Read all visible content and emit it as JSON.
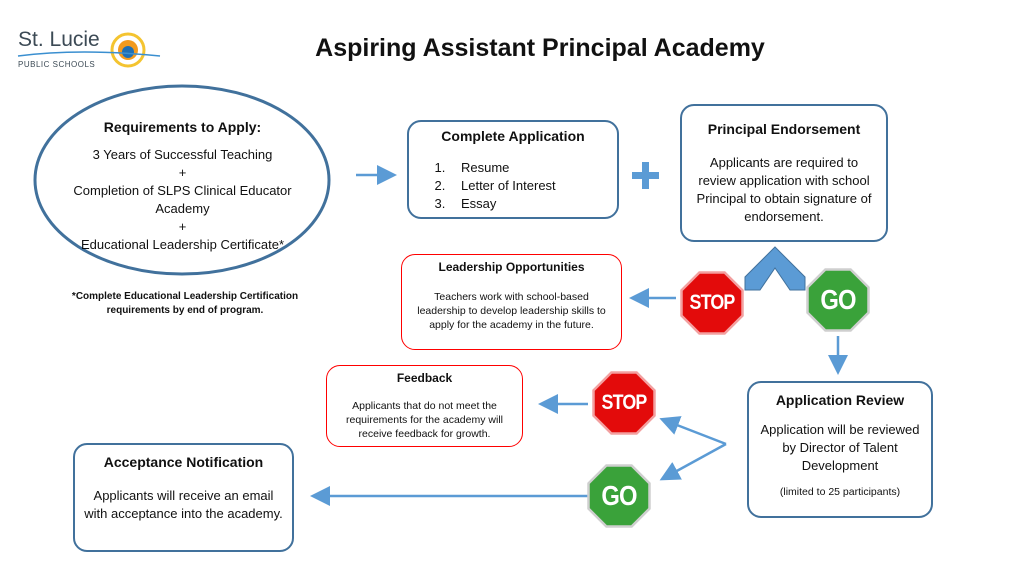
{
  "logo": {
    "name": "St. Lucie",
    "sub": "PUBLIC SCHOOLS"
  },
  "title": "Aspiring Assistant Principal Academy",
  "requirements": {
    "heading": "Requirements to Apply:",
    "lines": [
      "3 Years of Successful Teaching",
      "+",
      "Completion of SLPS Clinical Educator Academy",
      "+",
      "Educational Leadership Certificate*"
    ],
    "footnote": "*Complete Educational Leadership Certification requirements by end of program."
  },
  "application": {
    "heading": "Complete Application",
    "items": [
      "Resume",
      "Letter of Interest",
      "Essay"
    ]
  },
  "plus": "+",
  "endorsement": {
    "heading": "Principal  Endorsement",
    "body": "Applicants are required to review application with school Principal to obtain signature of endorsement."
  },
  "leadership": {
    "heading": "Leadership Opportunities",
    "body": "Teachers work with school-based leadership to develop leadership skills to apply for the academy in the future."
  },
  "signs": {
    "stop": "STOP",
    "go": "GO"
  },
  "review": {
    "heading": "Application  Review",
    "body": "Application will be reviewed by Director of Talent Development",
    "note": "(limited to 25 participants)"
  },
  "feedback": {
    "heading": "Feedback",
    "body": "Applicants that do not meet the requirements for the academy will receive feedback for growth."
  },
  "acceptance": {
    "heading": "Acceptance Notification",
    "body": "Applicants will receive an email with acceptance into the academy."
  },
  "colors": {
    "blue": "#41719c",
    "arrow": "#5b9bd5",
    "stop": "#e30b0b",
    "go": "#3aa23a",
    "red_border": "#ff0000"
  }
}
